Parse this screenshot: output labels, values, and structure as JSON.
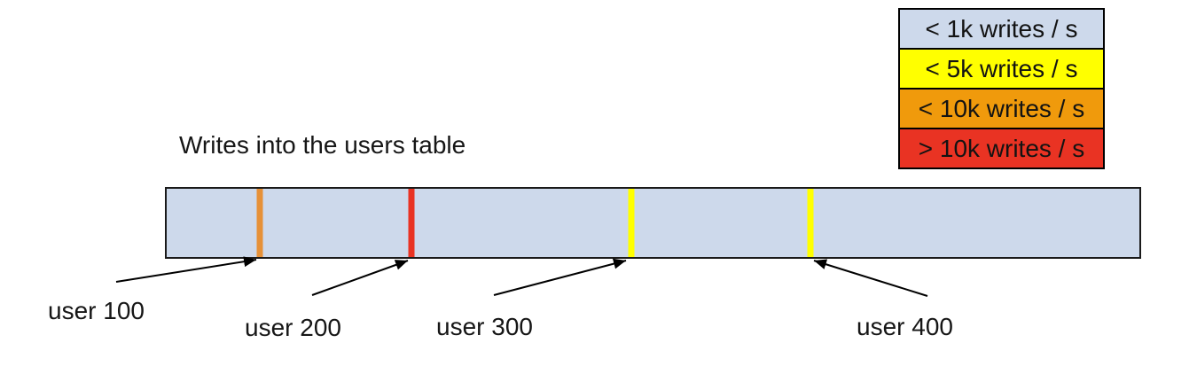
{
  "title": "Writes into the users table",
  "legend": {
    "items": [
      {
        "label": "< 1k writes / s",
        "color": "#cdd9eb"
      },
      {
        "label": "< 5k writes / s",
        "color": "#ffff00"
      },
      {
        "label": "< 10k writes / s",
        "color": "#f09a0c"
      },
      {
        "label": "> 10k writes / s",
        "color": "#e93323"
      }
    ]
  },
  "table_bar": {
    "fill": "#cdd9eb",
    "markers": [
      {
        "user": "user 100",
        "color": "#e69138",
        "position_pct": 9.6
      },
      {
        "user": "user 200",
        "color": "#e93323",
        "position_pct": 25.2
      },
      {
        "user": "user 300",
        "color": "#ffff00",
        "position_pct": 47.8
      },
      {
        "user": "user 400",
        "color": "#ffff00",
        "position_pct": 66.2
      }
    ]
  },
  "annotations": [
    {
      "label": "user 100"
    },
    {
      "label": "user 200"
    },
    {
      "label": "user 300"
    },
    {
      "label": "user 400"
    }
  ]
}
